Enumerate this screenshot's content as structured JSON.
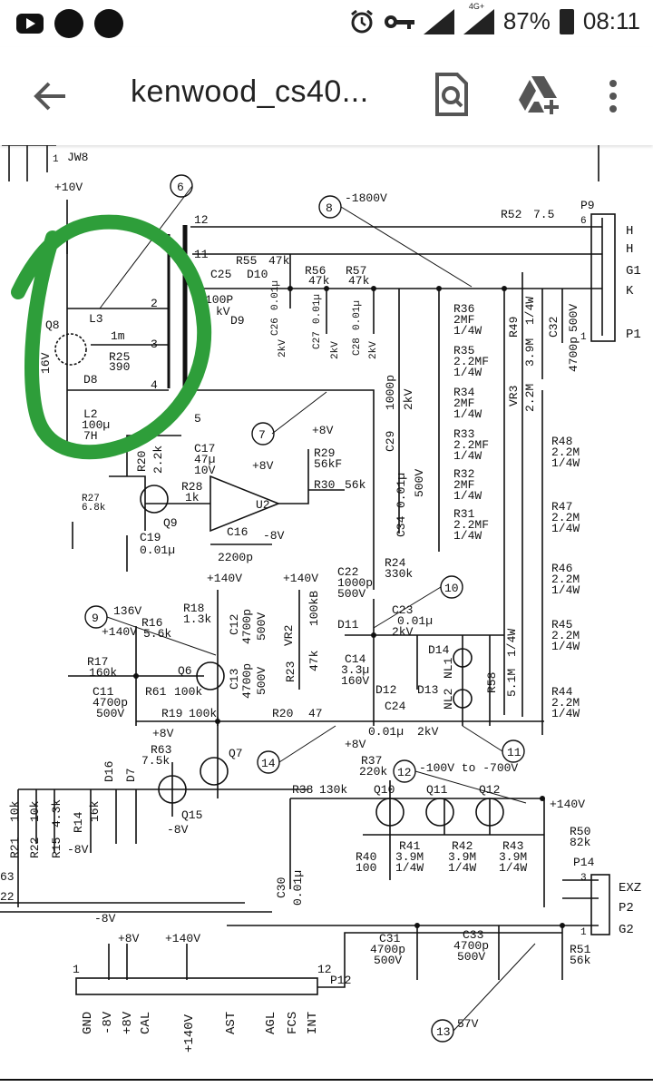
{
  "status_bar": {
    "battery": "87%",
    "time": "08:11",
    "network": "4G+"
  },
  "app_bar": {
    "title": "kenwood_cs40...",
    "back_icon": "arrow-back-icon",
    "search_icon": "find-in-document-icon",
    "drive_icon": "add-to-drive-icon",
    "more_icon": "more-vert-icon"
  },
  "annotation_color": "#2e9e3a",
  "schematic": {
    "header": {
      "jw": "JW8",
      "one": "1",
      "plus10": "+10V"
    },
    "callouts": {
      "c6": "6",
      "c7": "7",
      "c8": "8",
      "c9": "9",
      "c10": "10",
      "c11": "11",
      "c12": "12",
      "c13": "13",
      "c14": "14"
    },
    "voltages": {
      "v1800": "-1800V",
      "v136": "136V",
      "v100_700": "-100V to -700V",
      "v57": "57V"
    },
    "top": {
      "r52": "R52",
      "r52v": "7.5",
      "p9": "P9",
      "six": "6",
      "one": "1",
      "h1": "H",
      "h2": "H",
      "g1": "G1",
      "k": "K",
      "p1": "P1",
      "t12": "12",
      "t11": "11",
      "t2": "2",
      "t3": "3",
      "t4": "4",
      "t5": "5",
      "r55": "R55",
      "r55v": "47k",
      "c25": "C25",
      "c25v": "100P",
      "kv": "kV",
      "d10": "D10",
      "d9": "D9",
      "r56": "R56",
      "r56v": "47k",
      "r57": "R57",
      "r57v": "47k",
      "c26": "C26",
      "c26v": "0.01µ",
      "c26k": "2kV",
      "c27": "C27",
      "c27v": "0.01µ",
      "c27k": "2kV",
      "c28": "C28",
      "c28v": "0.01µ",
      "c28k": "2kV",
      "q8": "Q8",
      "v16": "16V",
      "l3": "L3",
      "l3v": "1m",
      "r25": "R25",
      "r25v": "390",
      "d8": "D8",
      "l2": "L2",
      "l2v": "100µ",
      "l2h": "7H"
    },
    "chain": {
      "r36": "R36",
      "r36v": "2MF",
      "r36w": "1/4W",
      "r35": "R35",
      "r35v": "2.2MF",
      "r35w": "1/4W",
      "r34": "R34",
      "r34v": "2MF",
      "r34w": "1/4W",
      "r33": "R33",
      "r33v": "2.2MF",
      "r33w": "1/4W",
      "r32": "R32",
      "r32v": "2MF",
      "r32w": "1/4W",
      "r31": "R31",
      "r31v": "2.2MF",
      "r31w": "1/4W",
      "r49": "R49",
      "r49v": "3.9M",
      "r49w": "1/4W",
      "vr3": "VR3",
      "vr3v": "2.2M",
      "c32": "C32",
      "c32v": "500V",
      "c32c": "4700p",
      "r48": "R48",
      "r48v": "2.2M",
      "r48w": "1/4W",
      "r47": "R47",
      "r47v": "2.2M",
      "r47w": "1/4W",
      "r46": "R46",
      "r46v": "2.2M",
      "r46w": "1/4W",
      "r45": "R45",
      "r45v": "2.2M",
      "r45w": "1/4W",
      "r44": "R44",
      "r44v": "2.2M",
      "r44w": "1/4W",
      "c29": "C29",
      "c29v": "1000p",
      "c29k": "2kV",
      "c34": "C34",
      "c34v": "0.01µ",
      "c34k": "500V"
    },
    "mid": {
      "r20": "R20",
      "r20v": "2.2k",
      "c17": "C17",
      "c17v": "47µ",
      "c17k": "10V",
      "r29": "R29",
      "r29v": "56kF",
      "p8v": "+8V",
      "m8v": "-8V",
      "u2": "U2",
      "r28": "R28",
      "r28v": "1k",
      "r30": "R30",
      "r30v": "56k",
      "r27": "R27",
      "r27v": "6.8k",
      "q9": "Q9",
      "c19": "C19",
      "c19v": "0.01µ",
      "c16": "C16",
      "c16v": "2200p",
      "r24": "R24",
      "r24v": "330k",
      "c22": "C22",
      "c22v": "1000p",
      "c22k": "500V",
      "c23": "C23",
      "c23v": "0.01µ",
      "c23k": "2kV",
      "d11": "D11",
      "d12": "D12",
      "d13": "D13",
      "d14": "D14",
      "nl1": "NL1",
      "nl2": "NL2",
      "r58": "R58",
      "r58v": "5.1M",
      "r58w": "1/4W",
      "c14": "C14",
      "c14v": "3.3µ",
      "c14k": "160V",
      "c24": "C24",
      "c24v": "0.01µ",
      "c24k": "2kV",
      "vr2": "VR2",
      "vr2v": "100kB",
      "r23": "R23",
      "r23v": "47k",
      "p140": "+140V",
      "r18": "R18",
      "r18v": "1.3k",
      "c12": "C12",
      "c12v": "4700p",
      "c12k": "500V",
      "r16": "R16",
      "r16v": "5.6k",
      "q6": "Q6",
      "r17": "R17",
      "r17v": "160k",
      "c11": "C11",
      "c11v": "4700p",
      "c11k": "500V",
      "r61": "R61",
      "r61v": "100k",
      "r19": "R19",
      "r19v": "100k",
      "r20b": "R20",
      "r20bv": "47",
      "c13": "C13",
      "c13v": "4700p",
      "c13k": "500V",
      "r63": "R63",
      "r63v": "7.5k",
      "q7": "Q7",
      "q15": "Q15",
      "d16": "D16",
      "d7": "D7"
    },
    "low": {
      "r37": "R37",
      "r37v": "220k",
      "r38": "R38",
      "r38v": "130k",
      "q10": "Q10",
      "q11": "Q11",
      "q12": "Q12",
      "r41": "R41",
      "r41v": "3.9M",
      "r41w": "1/4W",
      "r42": "R42",
      "r42v": "3.9M",
      "r42w": "1/4W",
      "r43": "R43",
      "r43v": "3.9M",
      "r43w": "1/4W",
      "r40": "R40",
      "r40v": "100",
      "r50": "R50",
      "r50v": "82k",
      "p14": "P14",
      "exz": "EXZ",
      "p2": "P2",
      "g2": "G2",
      "three": "3",
      "one": "1",
      "c30": "C30",
      "c30v": "0.01µ",
      "c31": "C31",
      "c31v": "4700p",
      "c31k": "500V",
      "c33": "C33",
      "c33v": "4700p",
      "c33k": "500V",
      "r51": "R51",
      "r51v": "56k",
      "r21": "R21",
      "r21v": "10k",
      "r22": "R22",
      "r22v": "10k",
      "r15": "R15",
      "r15v": "4.3k",
      "r14": "R14",
      "r14v": "16k",
      "m8": "-8V",
      "r63b": "63",
      "r22b": "22"
    },
    "connector": {
      "p12": "P12",
      "one": "1",
      "twelve": "12",
      "pins": [
        "GND",
        "-8V",
        "+8V",
        "CAL",
        "+140V",
        "AST",
        "AGL",
        "FCS",
        "INT"
      ],
      "arrows": [
        "-8V",
        "+8V",
        "+140V"
      ]
    }
  }
}
